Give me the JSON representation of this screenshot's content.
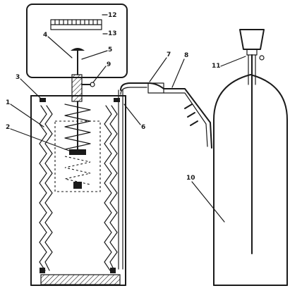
{
  "diagram": {
    "labels": {
      "l1": "1",
      "l2": "2",
      "l3": "3",
      "l4": "4",
      "l5": "5",
      "l6": "6",
      "l7": "7",
      "l8": "8",
      "l9": "9",
      "l10": "10",
      "l11": "11",
      "l12": "12",
      "l13": "13"
    }
  }
}
